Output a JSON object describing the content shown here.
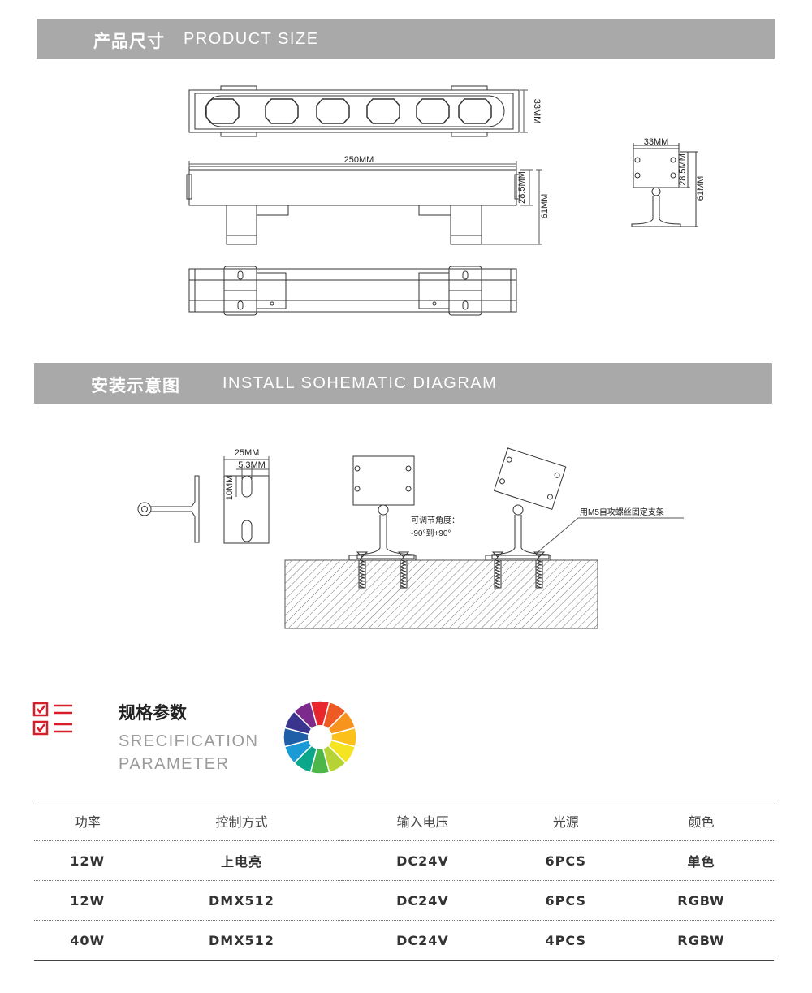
{
  "sections": {
    "product_size": {
      "title_cn": "产品尺寸",
      "title_en": "PRODUCT SIZE"
    },
    "install": {
      "title_cn": "安装示意图",
      "title_en": "INSTALL SOHEMATIC DIAGRAM"
    },
    "spec": {
      "title_cn": "规格参数",
      "title_en_line1": "SRECIFICATION",
      "title_en_line2": "PARAMETER"
    }
  },
  "dimensions": {
    "d33": "33MM",
    "d250": "250MM",
    "d285": "28.5MM",
    "d61": "61MM",
    "side_width": "33MM",
    "side_h1": "28.5MM",
    "side_h2": "61MM",
    "bracket_width": "25MM",
    "slot_width": "5.3MM",
    "slot_height": "10MM"
  },
  "notes": {
    "angle_line1": "可调节角度：",
    "angle_line2": "-90°到+90°",
    "screw": "用M5自攻螺丝固定支架"
  },
  "colors": {
    "banner": "#a9a9a9",
    "icon_red": "#d71f2b",
    "wheel": [
      "#e8262d",
      "#ee5a24",
      "#f7941d",
      "#fbc019",
      "#f4e422",
      "#b5d334",
      "#4cb748",
      "#0aa78a",
      "#1b9ad6",
      "#1e5fa8",
      "#39358f",
      "#7c2b8c"
    ]
  },
  "table": {
    "headers": [
      "功率",
      "控制方式",
      "输入电压",
      "光源",
      "颜色"
    ],
    "rows": [
      [
        "12W",
        "上电亮",
        "DC24V",
        "6PCS",
        "单色"
      ],
      [
        "12W",
        "DMX512",
        "DC24V",
        "6PCS",
        "RGBW"
      ],
      [
        "40W",
        "DMX512",
        "DC24V",
        "4PCS",
        "RGBW"
      ]
    ]
  },
  "icons": {
    "spec_icon": "checklist-icon",
    "wheel_icon": "color-wheel-icon"
  }
}
